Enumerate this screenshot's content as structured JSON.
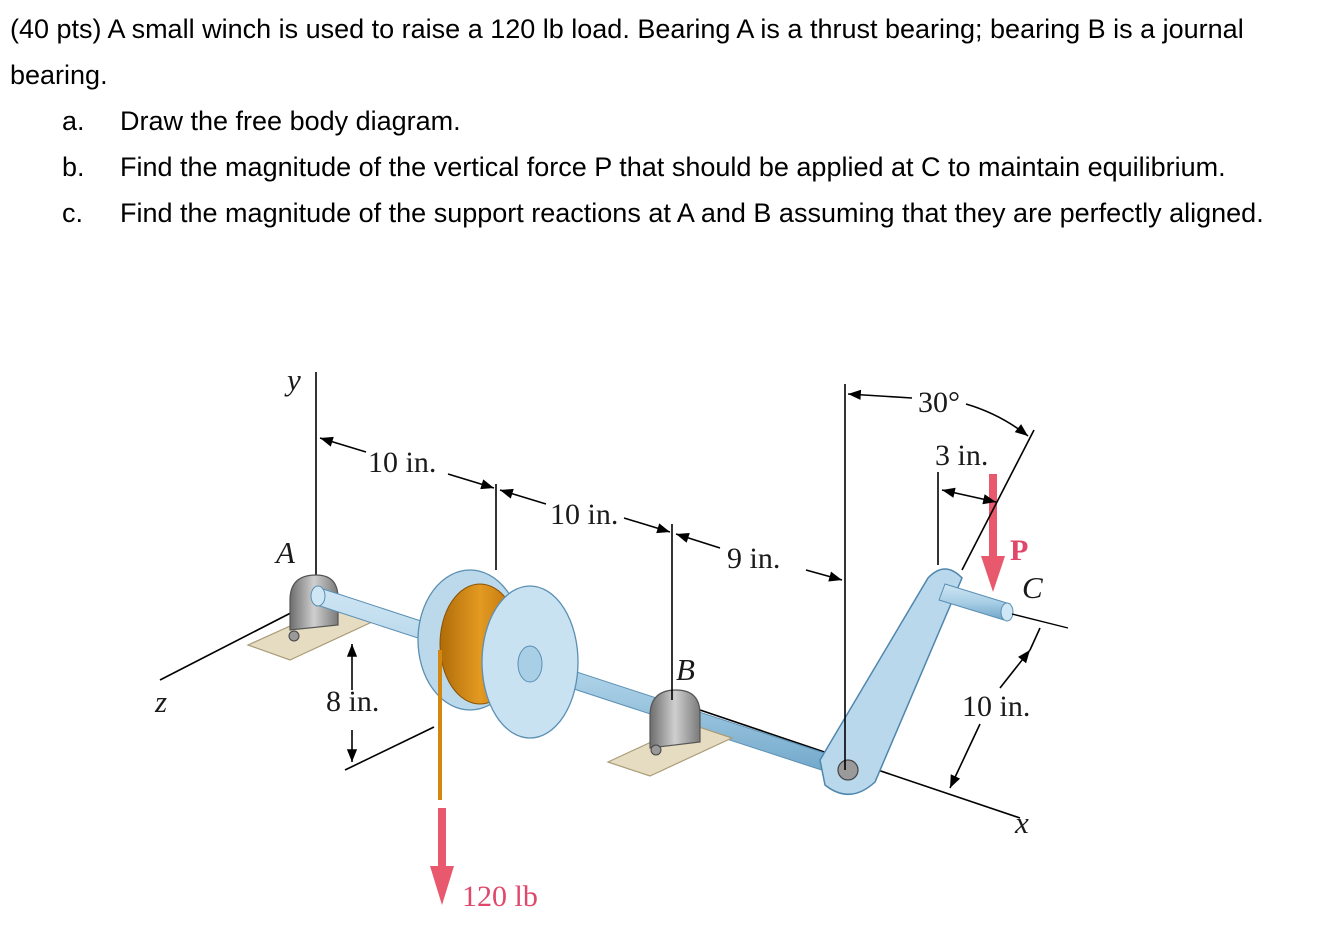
{
  "problem": {
    "intro": "(40 pts) A small winch is used to raise a 120 lb load.  Bearing A is a thrust bearing; bearing B is a journal bearing.",
    "items": [
      {
        "marker": "a.",
        "text": "Draw the free body diagram."
      },
      {
        "marker": "b.",
        "text": "Find the magnitude of the vertical force P that should be applied at C to maintain equilibrium."
      },
      {
        "marker": "c.",
        "text": "Find the magnitude of the support reactions at A and B assuming that they are perfectly aligned."
      }
    ]
  },
  "figure": {
    "axes": {
      "y": "y",
      "z": "z",
      "x": "x"
    },
    "points": {
      "a": "A",
      "b": "B",
      "c": "C"
    },
    "dims": {
      "a_to_drum": "10 in.",
      "drum_to_b": "10 in.",
      "b_to_crank": "9 in.",
      "drum_radius": "8 in.",
      "crank_length": "10 in.",
      "handle_offset": "3 in.",
      "crank_angle": "30°"
    },
    "force_p": "P",
    "load": "120 lb",
    "colors": {
      "shaft": "#a9cfe6",
      "rope": "#d4870f",
      "force": "#e8596e",
      "pad": "#e6dcc2",
      "bearing": "#8a8a8a"
    }
  }
}
